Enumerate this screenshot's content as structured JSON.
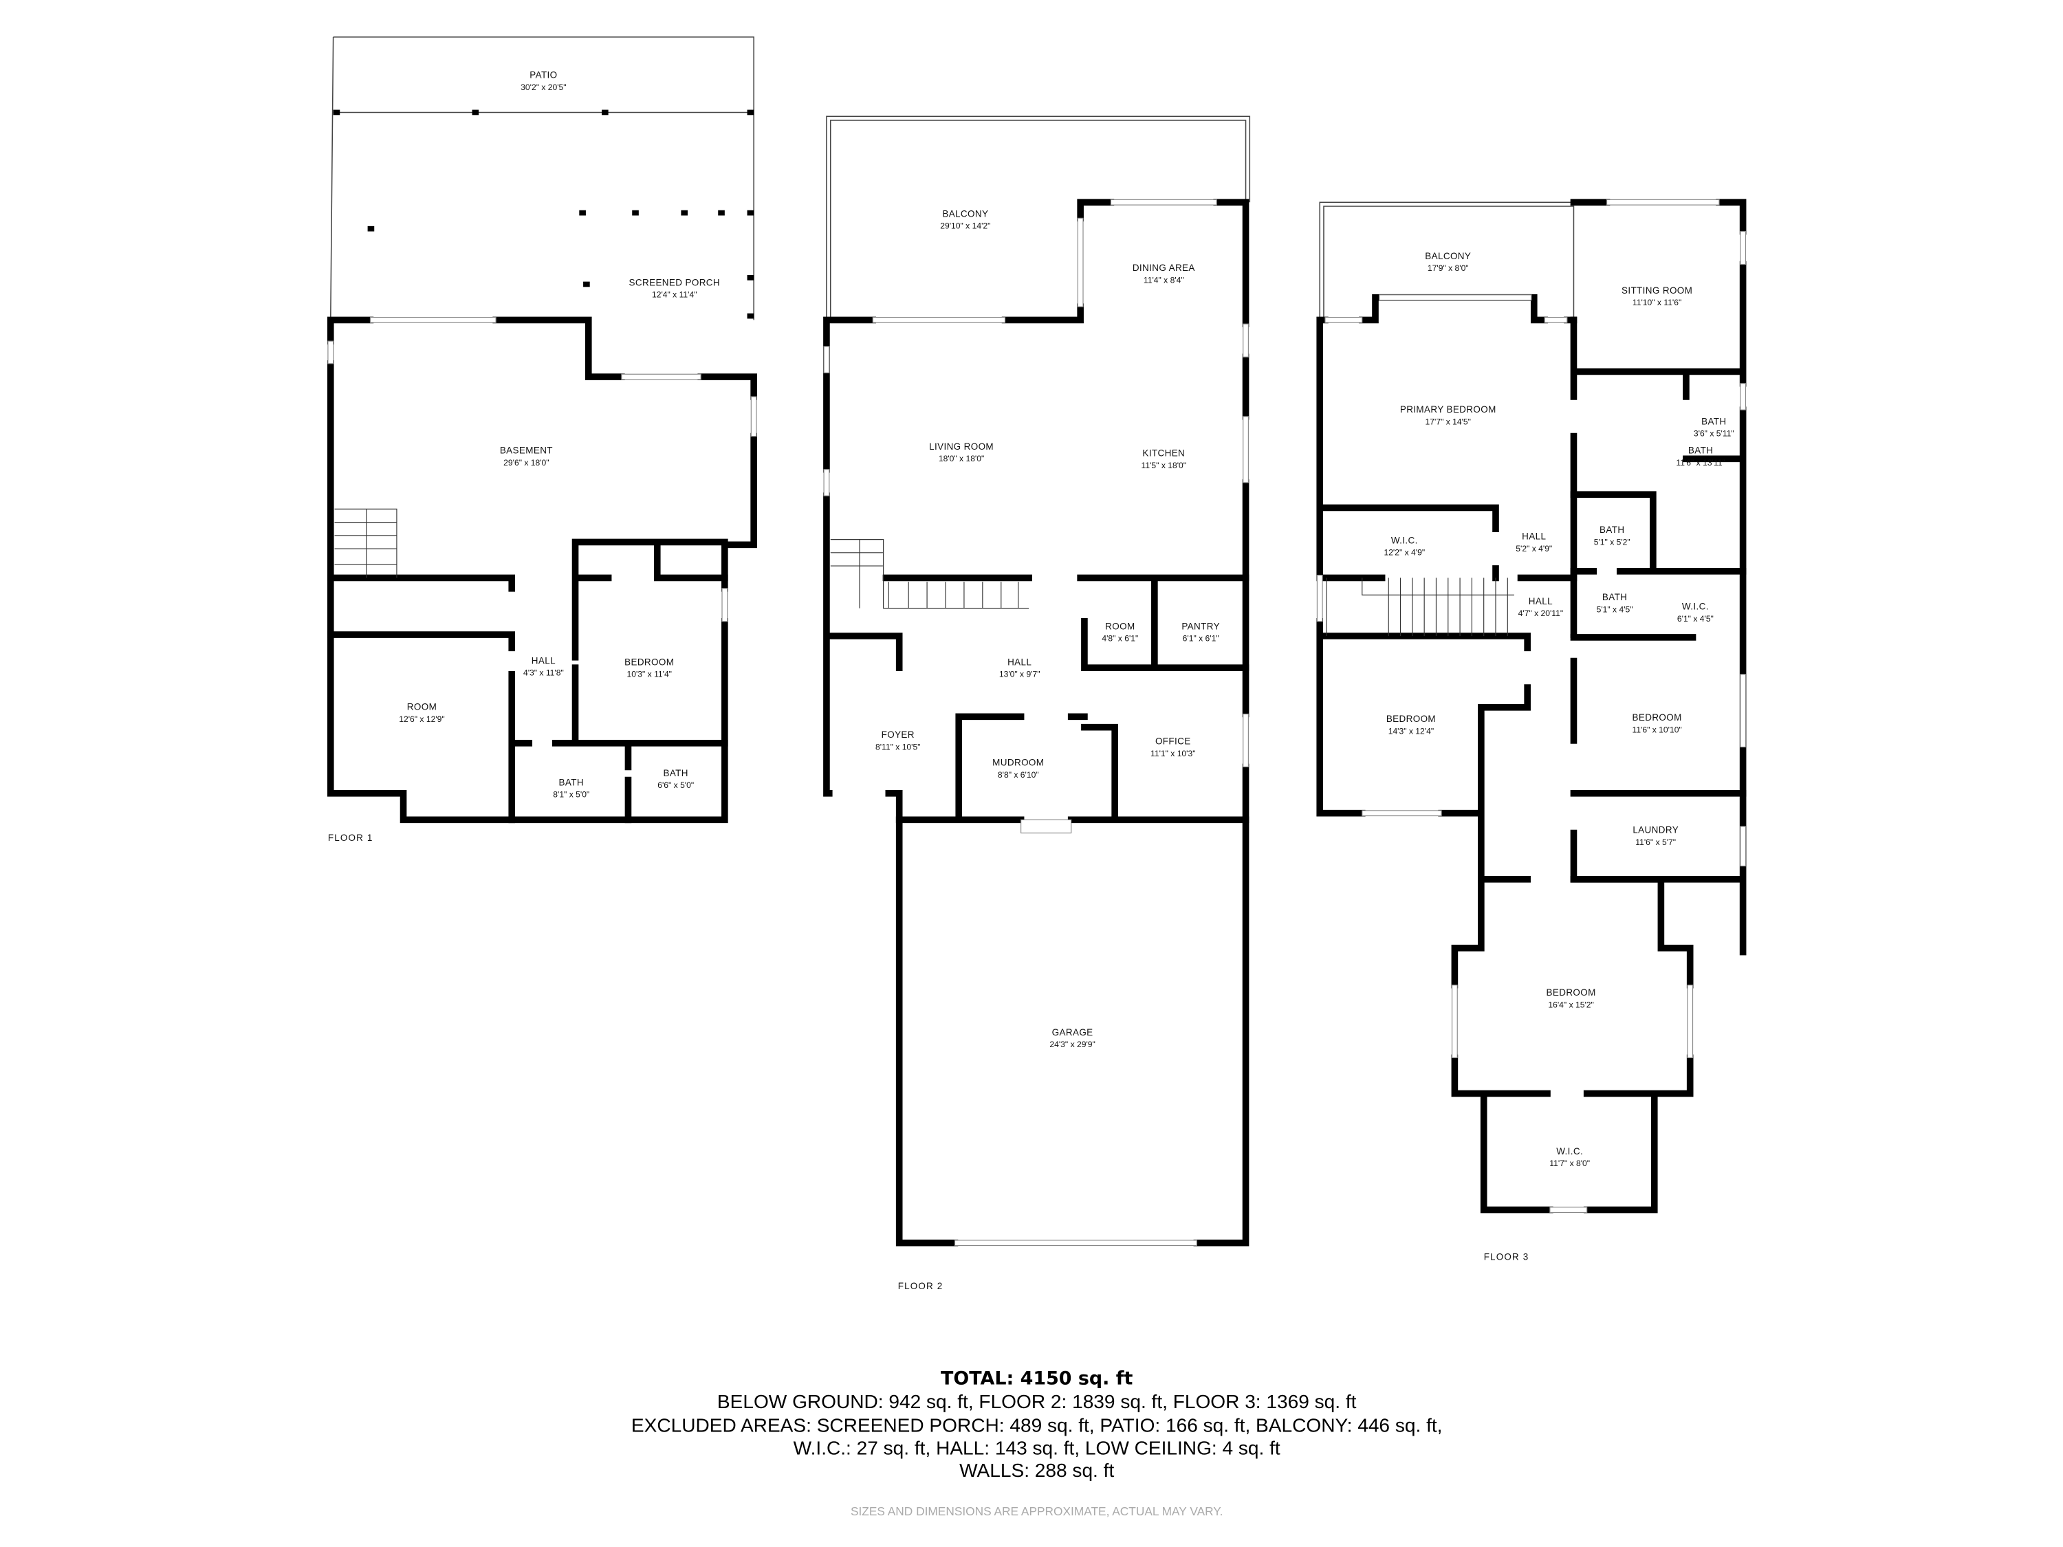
{
  "floors": {
    "floor1": {
      "label": "FLOOR 1",
      "rooms": [
        {
          "name": "PATIO",
          "dim": "30'2\" x 20'5\""
        },
        {
          "name": "SCREENED PORCH",
          "dim": "12'4\" x 11'4\""
        },
        {
          "name": "BASEMENT",
          "dim": "29'6\" x 18'0\""
        },
        {
          "name": "HALL",
          "dim": "4'3\" x 11'8\""
        },
        {
          "name": "BEDROOM",
          "dim": "10'3\" x 11'4\""
        },
        {
          "name": "ROOM",
          "dim": "12'6\" x 12'9\""
        },
        {
          "name": "BATH",
          "dim": "8'1\" x 5'0\""
        },
        {
          "name": "BATH",
          "dim": "6'6\" x 5'0\""
        }
      ]
    },
    "floor2": {
      "label": "FLOOR 2",
      "rooms": [
        {
          "name": "BALCONY",
          "dim": "29'10\" x 14'2\""
        },
        {
          "name": "DINING AREA",
          "dim": "11'4\" x 8'4\""
        },
        {
          "name": "LIVING ROOM",
          "dim": "18'0\" x 18'0\""
        },
        {
          "name": "KITCHEN",
          "dim": "11'5\" x 18'0\""
        },
        {
          "name": "ROOM",
          "dim": "4'8\" x 6'1\""
        },
        {
          "name": "PANTRY",
          "dim": "6'1\" x 6'1\""
        },
        {
          "name": "HALL",
          "dim": "13'0\" x 9'7\""
        },
        {
          "name": "FOYER",
          "dim": "8'11\" x 10'5\""
        },
        {
          "name": "MUDROOM",
          "dim": "8'8\" x 6'10\""
        },
        {
          "name": "OFFICE",
          "dim": "11'1\" x 10'3\""
        },
        {
          "name": "GARAGE",
          "dim": "24'3\" x 29'9\""
        }
      ]
    },
    "floor3": {
      "label": "FLOOR 3",
      "rooms": [
        {
          "name": "BALCONY",
          "dim": "17'9\" x 8'0\""
        },
        {
          "name": "SITTING ROOM",
          "dim": "11'10\" x 11'6\""
        },
        {
          "name": "PRIMARY BEDROOM",
          "dim": "17'7\" x 14'5\""
        },
        {
          "name": "BATH",
          "dim": "3'6\" x 5'11\""
        },
        {
          "name": "BATH",
          "dim": "11'6\" x 13'11\""
        },
        {
          "name": "W.I.C.",
          "dim": "12'2\" x 4'9\""
        },
        {
          "name": "HALL",
          "dim": "5'2\" x 4'9\""
        },
        {
          "name": "BATH",
          "dim": "5'1\" x 5'2\""
        },
        {
          "name": "HALL",
          "dim": "4'7\" x 20'11\""
        },
        {
          "name": "BATH",
          "dim": "5'1\" x 4'5\""
        },
        {
          "name": "W.I.C.",
          "dim": "6'1\" x 4'5\""
        },
        {
          "name": "BEDROOM",
          "dim": "14'3\" x 12'4\""
        },
        {
          "name": "BEDROOM",
          "dim": "11'6\" x 10'10\""
        },
        {
          "name": "LAUNDRY",
          "dim": "11'6\" x 5'7\""
        },
        {
          "name": "BEDROOM",
          "dim": "16'4\" x 15'2\""
        },
        {
          "name": "W.I.C.",
          "dim": "11'7\" x 8'0\""
        }
      ]
    }
  },
  "summary": {
    "total": "TOTAL: 4150 sq. ft",
    "line1": "BELOW GROUND: 942 sq. ft, FLOOR 2: 1839 sq. ft, FLOOR 3: 1369 sq. ft",
    "line2": "EXCLUDED AREAS: SCREENED PORCH: 489 sq. ft, PATIO: 166 sq. ft, BALCONY: 446 sq. ft,",
    "line3": "W.I.C.: 27 sq. ft, HALL: 143 sq. ft, LOW CEILING: 4 sq. ft",
    "line4": "WALLS: 288 sq. ft",
    "disclaimer": "SIZES AND DIMENSIONS ARE APPROXIMATE, ACTUAL MAY VARY."
  },
  "colors": {
    "wall": "#000000",
    "text": "#111111",
    "disclaimer": "#aaaaaa"
  }
}
